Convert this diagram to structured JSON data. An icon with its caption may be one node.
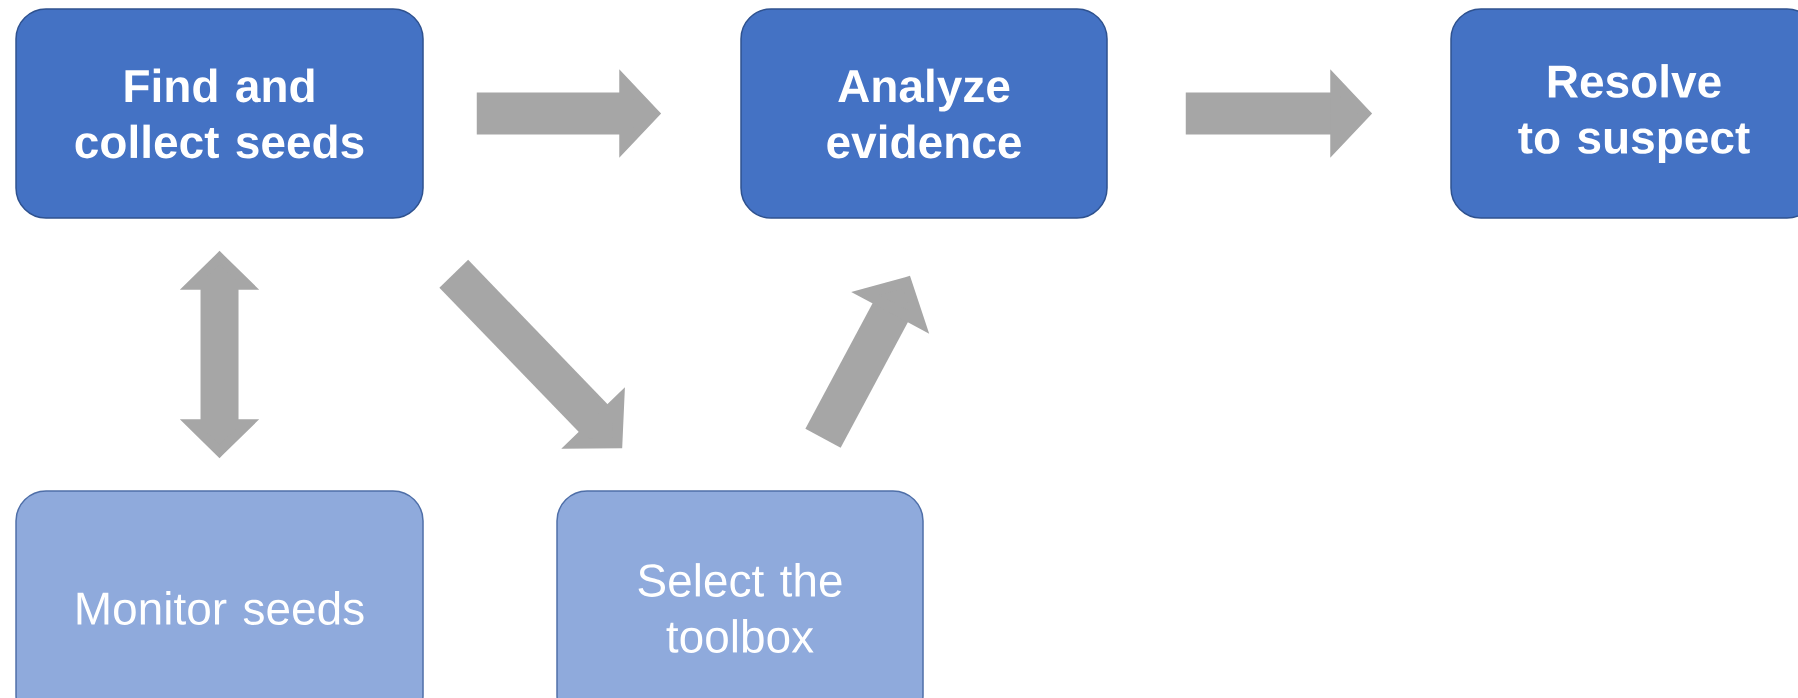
{
  "diagram": {
    "nodes": [
      {
        "text": [
          "Find and collect seeds"
        ]
      },
      {
        "text": [
          "Analyze evidence"
        ]
      },
      {
        "text": [
          "Resolve to suspect"
        ]
      },
      {
        "text": [
          "Monitor seeds"
        ]
      },
      {
        "text": [
          "Select the toolbox"
        ]
      }
    ],
    "edges": [
      {
        "from": 0,
        "to": 1,
        "arrow": "to"
      },
      {
        "from": 1,
        "to": 2,
        "arrow": "to"
      },
      {
        "from": 0,
        "to": 3,
        "arrow": "both"
      },
      {
        "from": 0,
        "to": 4,
        "arrow": "to"
      },
      {
        "from": 4,
        "to": 1,
        "arrow": "to"
      }
    ]
  }
}
